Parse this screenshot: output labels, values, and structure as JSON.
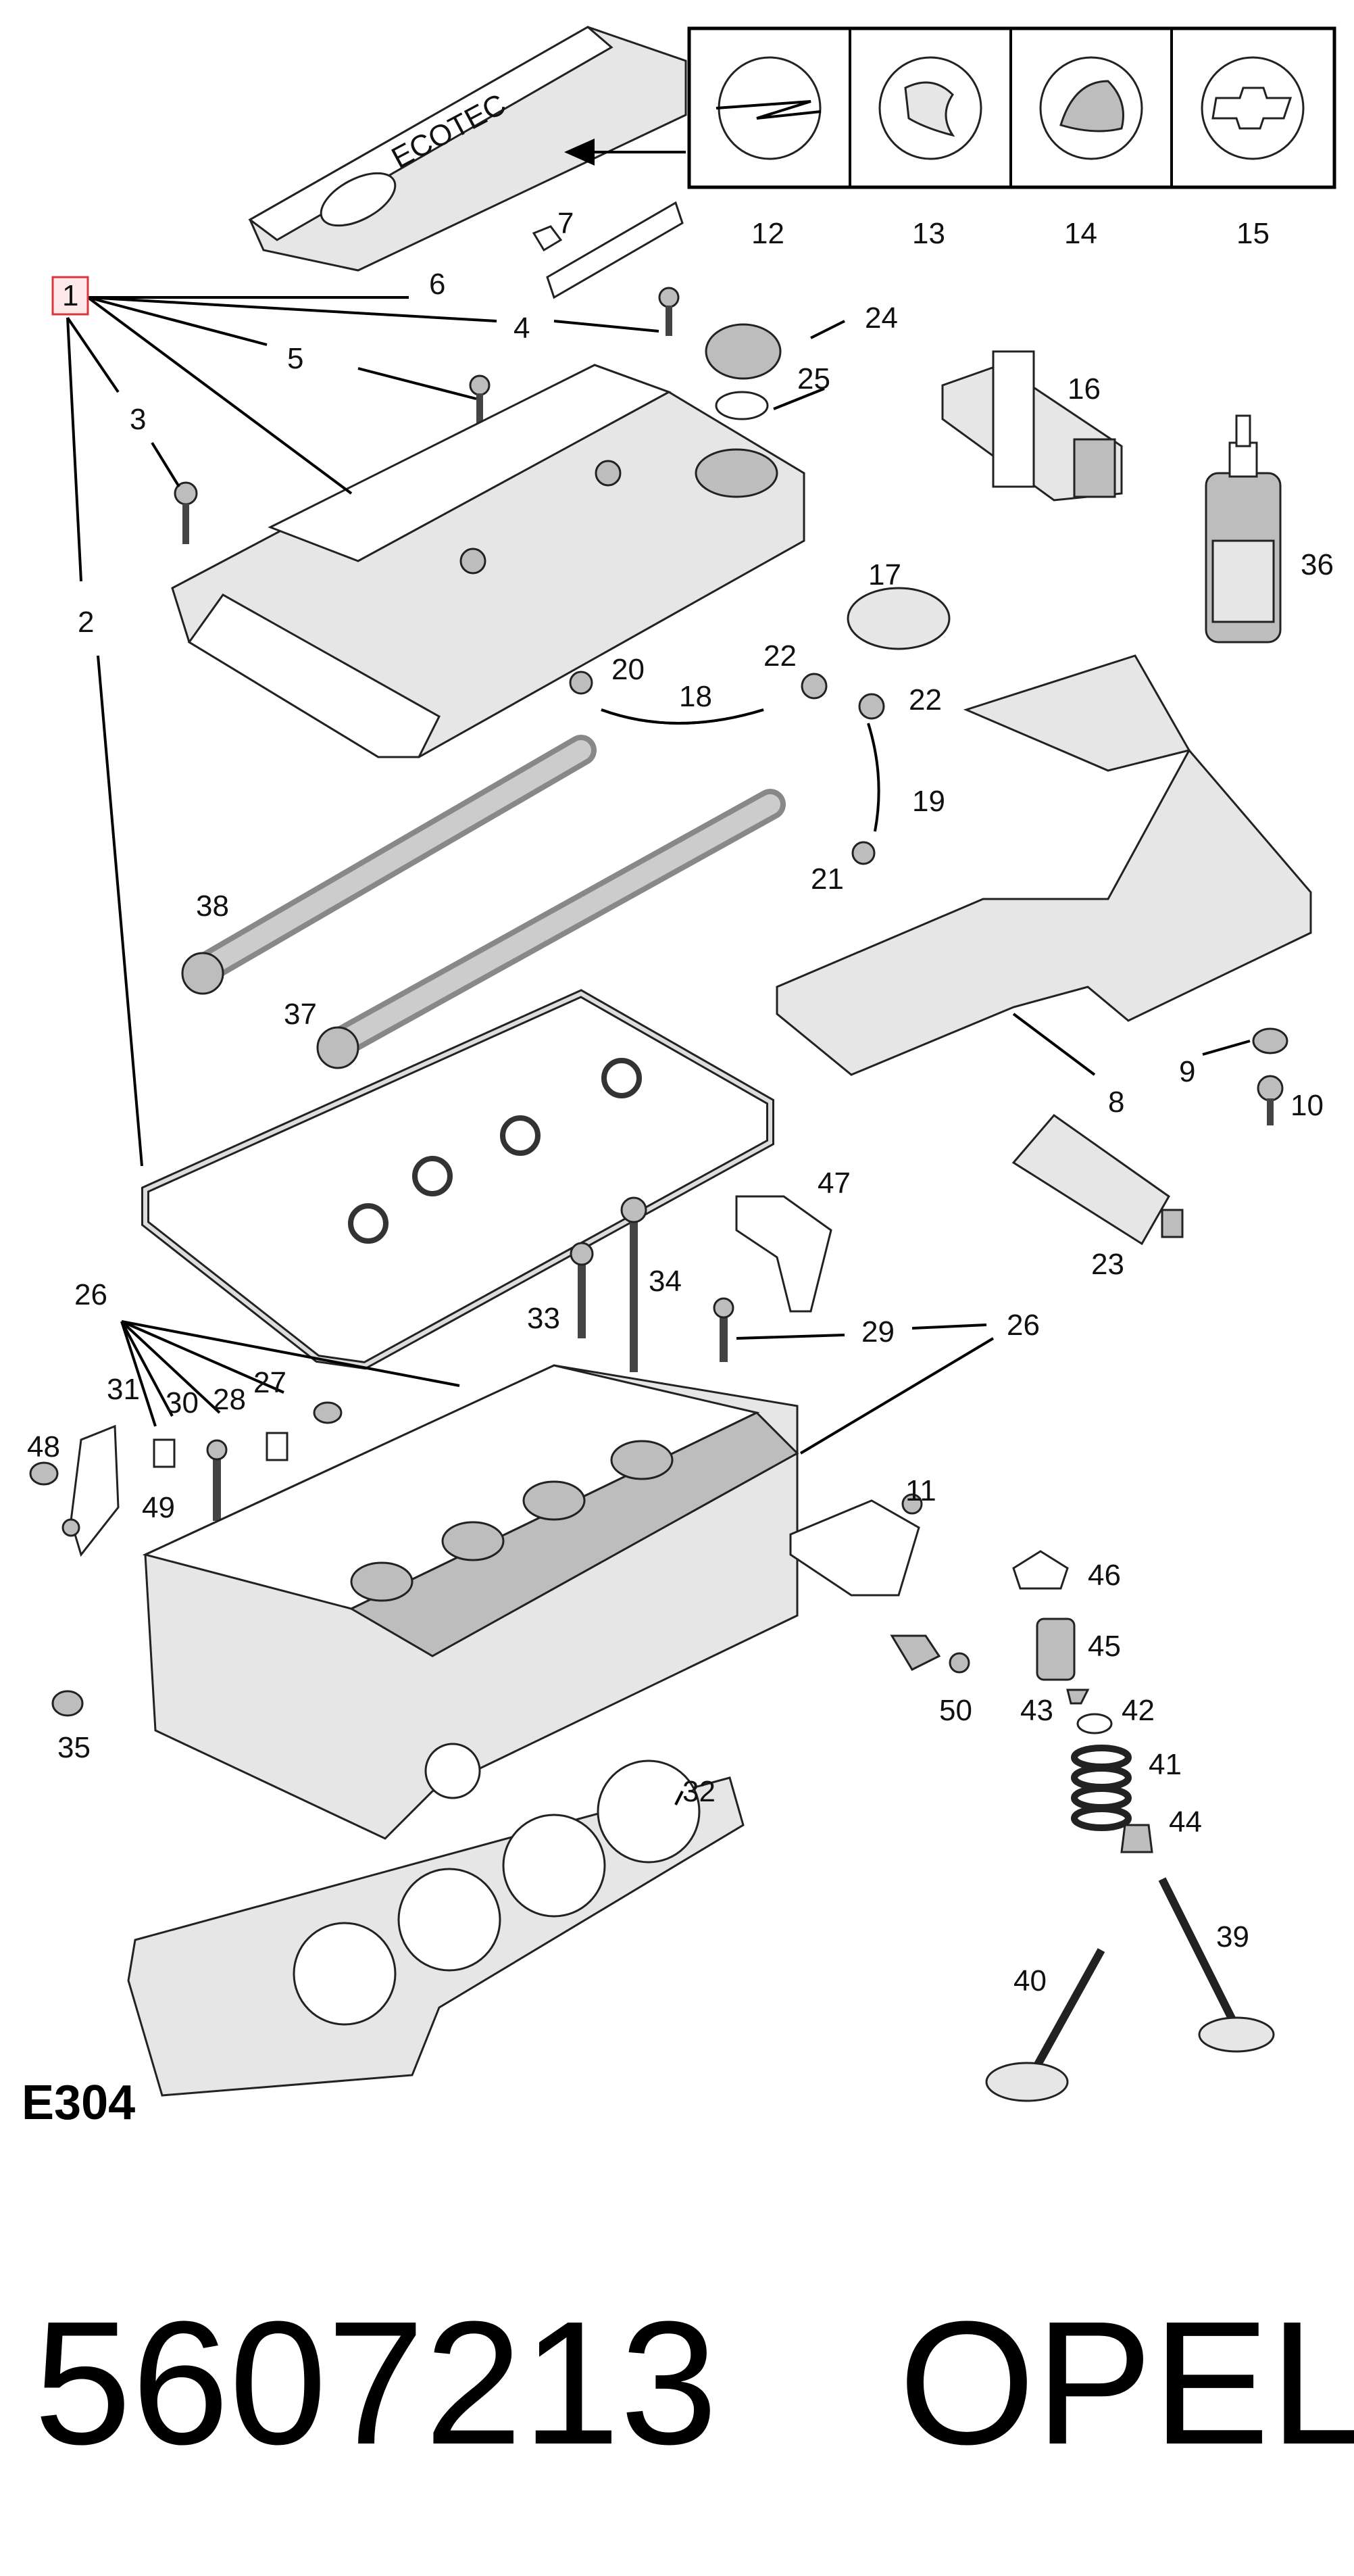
{
  "diagram": {
    "figure_code": "E304",
    "part_number": "5607213",
    "brand": "OPEL",
    "labels": {
      "l1": "1",
      "l2": "2",
      "l3": "3",
      "l4": "4",
      "l5": "5",
      "l6": "6",
      "l7": "7",
      "l8": "8",
      "l9": "9",
      "l10": "10",
      "l11": "11",
      "l12": "12",
      "l13": "13",
      "l14": "14",
      "l15": "15",
      "l16": "16",
      "l17": "17",
      "l18": "18",
      "l19": "19",
      "l20": "20",
      "l21": "21",
      "l22a": "22",
      "l22b": "22",
      "l23": "23",
      "l24": "24",
      "l25": "25",
      "l26a": "26",
      "l26b": "26",
      "l27": "27",
      "l28": "28",
      "l29": "29",
      "l30": "30",
      "l31": "31",
      "l32": "32",
      "l33": "33",
      "l34": "34",
      "l35": "35",
      "l36": "36",
      "l37": "37",
      "l38": "38",
      "l39": "39",
      "l40": "40",
      "l41": "41",
      "l42": "42",
      "l43": "43",
      "l44": "44",
      "l45": "45",
      "l46": "46",
      "l47": "47",
      "l48": "48",
      "l49": "49",
      "l50": "50"
    },
    "cover_text": "ECOTEC",
    "emblems": [
      "opel-emblem",
      "vauxhall-griffin-emblem",
      "holden-lion-emblem",
      "chevrolet-bowtie-emblem"
    ]
  }
}
